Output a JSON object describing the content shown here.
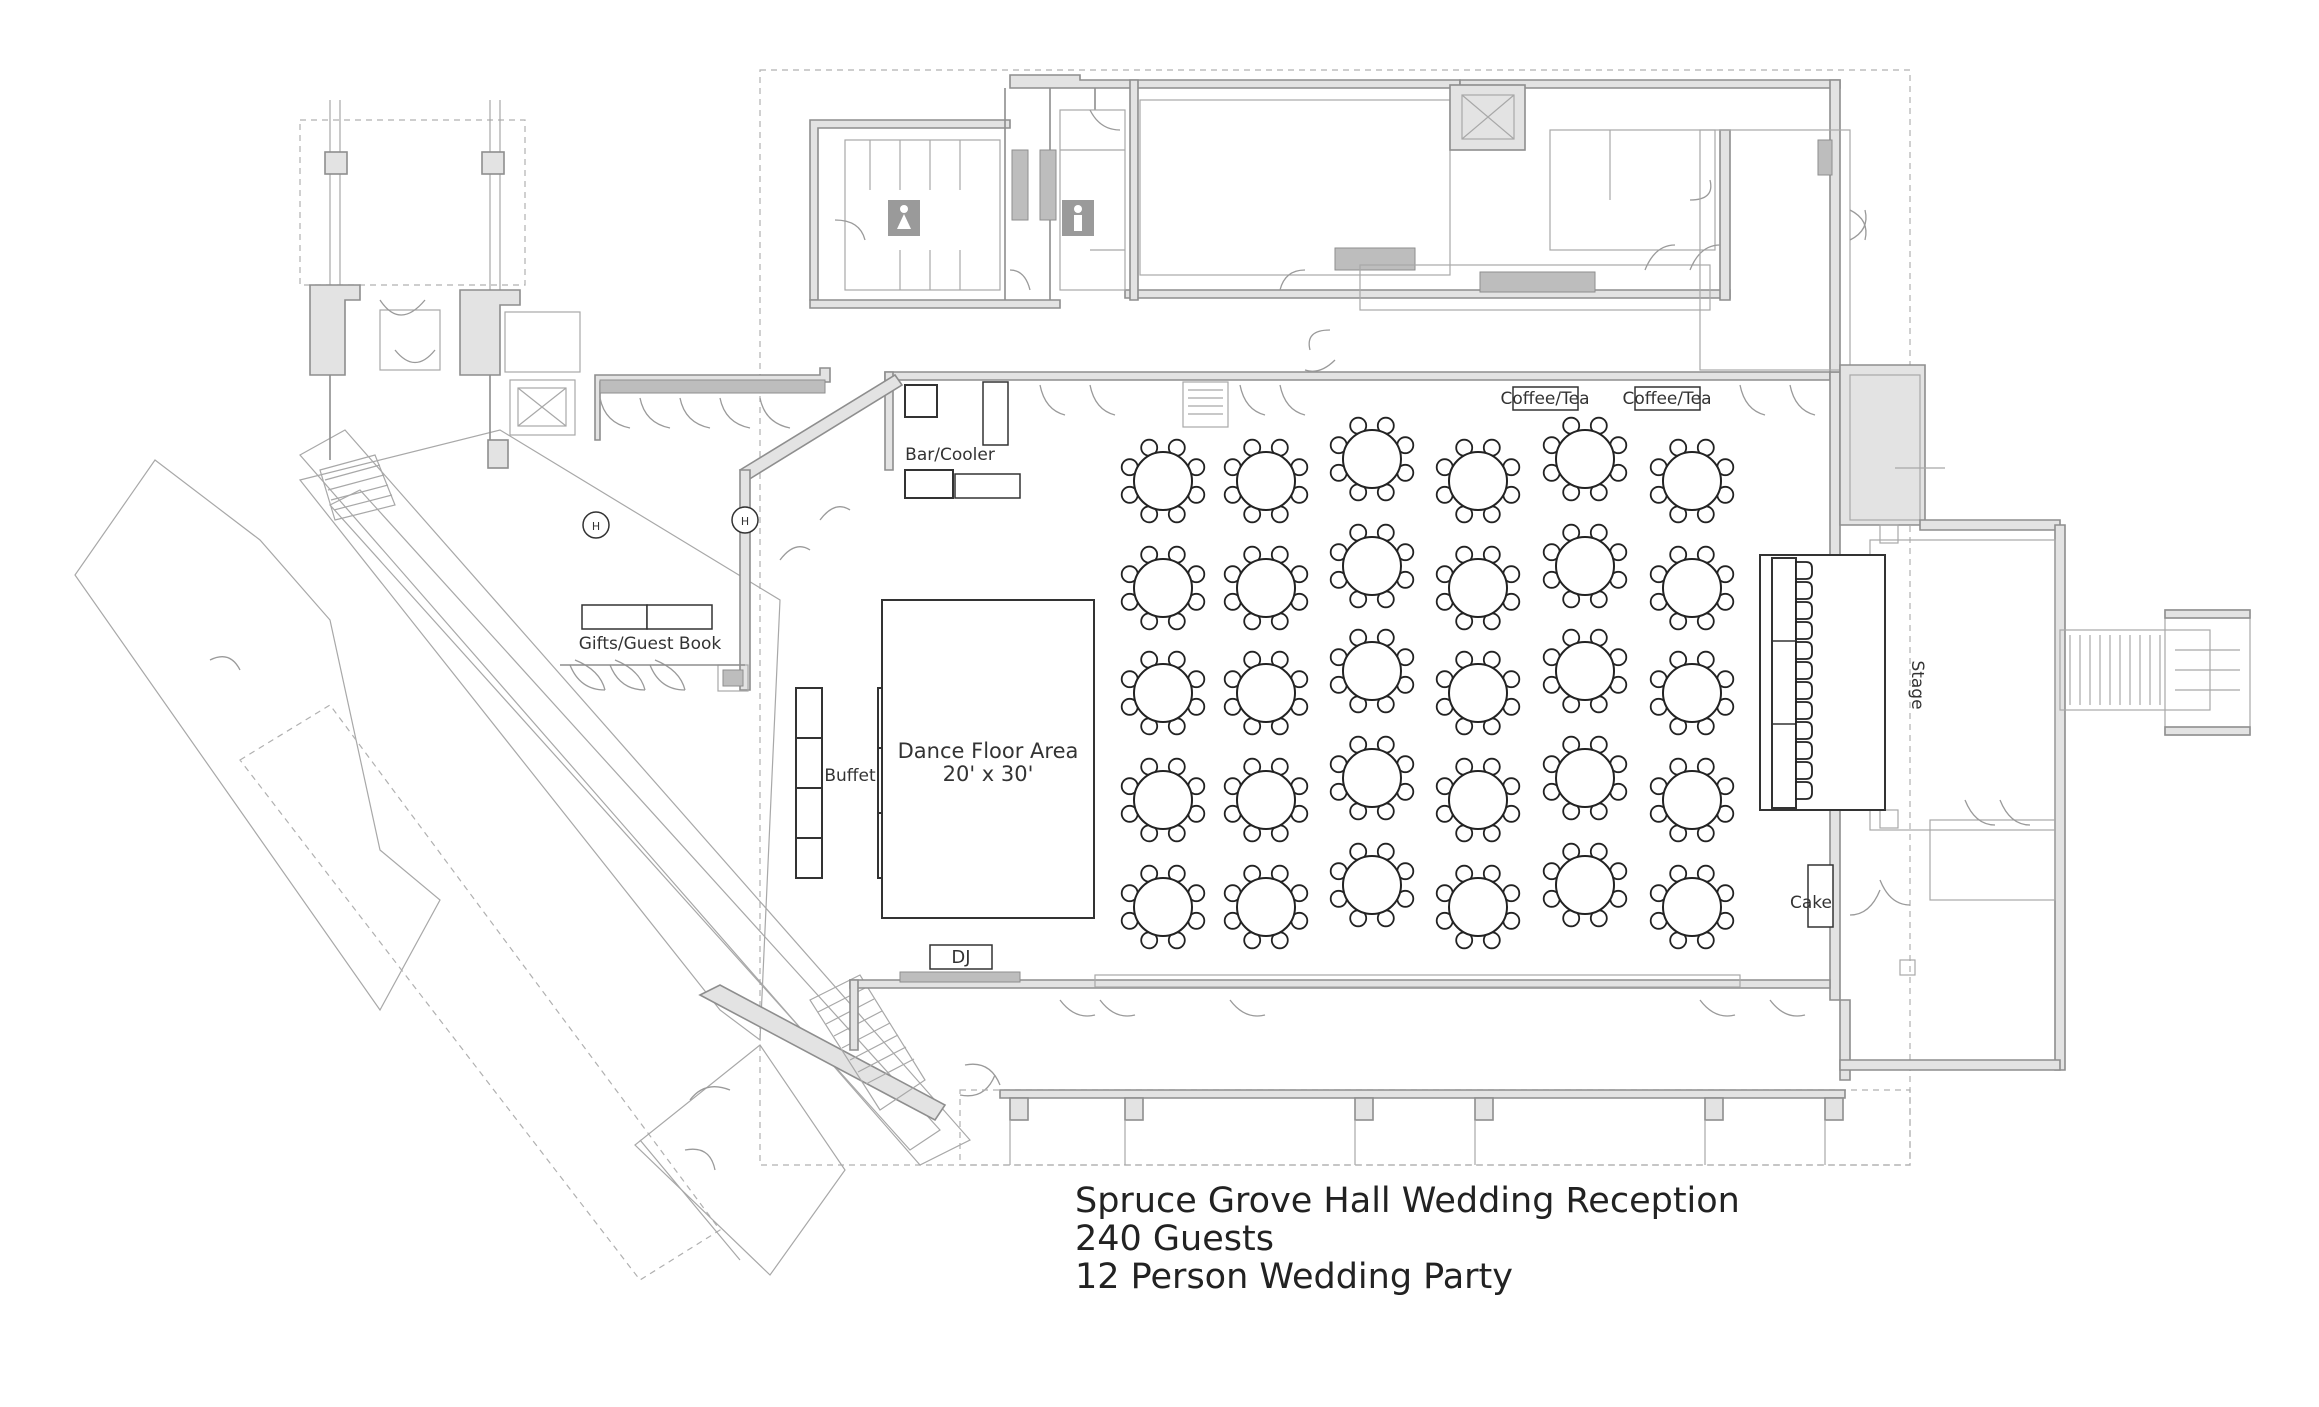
{
  "title": {
    "line1": "Spruce Grove Hall Wedding Reception",
    "line2": "240 Guests",
    "line3": "12 Person Wedding Party"
  },
  "labels": {
    "coffee_tea_1": "Coffee/Tea",
    "coffee_tea_2": "Coffee/Tea",
    "bar_cooler": "Bar/Cooler",
    "gifts_guest_book": "Gifts/Guest Book",
    "buffet": "Buffet",
    "dance_floor": "Dance Floor Area",
    "dance_floor_size": "20' x 30'",
    "dj": "DJ",
    "stage": "Stage",
    "cake": "Cake",
    "elevator_marker": "H"
  },
  "seating": {
    "round_tables": 30,
    "chairs_per_table": 8,
    "columns": 6,
    "rows": 5,
    "head_table_seats": 12
  },
  "colors": {
    "wall": "#d9d9d9",
    "wall_stroke": "#9a9a9a",
    "fixture": "#555555",
    "counter_fill": "#bdbdbd"
  },
  "icons": {
    "restroom_women": "women-restroom-icon",
    "restroom_men": "men-restroom-icon"
  }
}
